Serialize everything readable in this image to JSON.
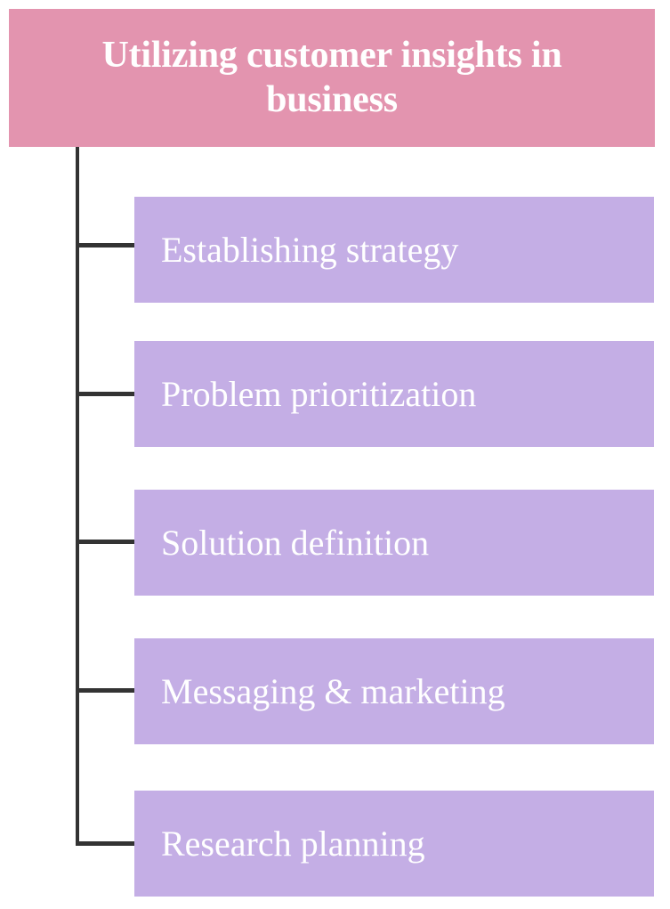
{
  "diagram": {
    "type": "tree",
    "orientation": "vertical-trunk-right-branches",
    "background_color": "#ffffff",
    "line_color": "#333333",
    "root": {
      "label": "Utilizing customer insights in business",
      "line1": "Utilizing customer insights in",
      "line2": "business",
      "fill_color": "#E394AF",
      "text_color": "#FFFFFF"
    },
    "children": [
      {
        "label": "Establishing strategy",
        "fill_color": "#C4AEE5",
        "text_color": "#FFFFFF"
      },
      {
        "label": "Problem prioritization",
        "fill_color": "#C4AEE5",
        "text_color": "#FFFFFF"
      },
      {
        "label": "Solution definition",
        "fill_color": "#C4AEE5",
        "text_color": "#FFFFFF"
      },
      {
        "label": "Messaging & marketing",
        "fill_color": "#C4AEE5",
        "text_color": "#FFFFFF"
      },
      {
        "label": "Research planning",
        "fill_color": "#C4AEE5",
        "text_color": "#FFFFFF"
      }
    ]
  }
}
